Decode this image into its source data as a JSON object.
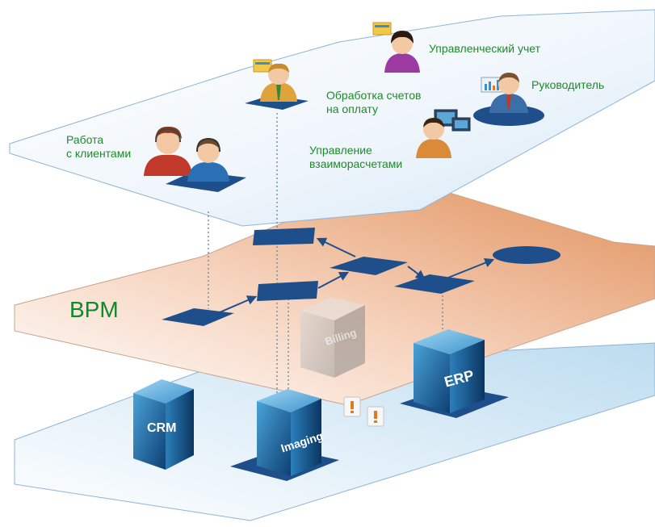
{
  "layers": {
    "top": {
      "name": "users"
    },
    "middle": {
      "label": "BPM"
    },
    "bottom": {
      "name": "systems"
    }
  },
  "roles": {
    "clients": "Работа\nс клиентами",
    "billing_processing": "Обработка  счетов\nна оплату",
    "management_accounting": "Управленческий  учет",
    "settlements": "Управление\nвзаиморасчетами",
    "manager": "Руководитель"
  },
  "systems": {
    "crm": "CRM",
    "imaging": "Imaging",
    "erp": "ERP",
    "billing": "Billing"
  },
  "colors": {
    "label_text": "#1f8a2a",
    "bpm_label": "#0f8a2a",
    "process_node": "#1f4f8a",
    "plane_edge": "#8fb3d6",
    "bpm_plane_orange": "#e59a6a",
    "cube_blue": "#1e6ea8"
  },
  "icons": {
    "operator": "headset-operator-icon",
    "accountant": "folder-person-icon",
    "analyst": "folder-woman-icon",
    "settlements": "computer-person-icon",
    "manager": "chart-person-icon",
    "alert": "exclamation-icon"
  }
}
